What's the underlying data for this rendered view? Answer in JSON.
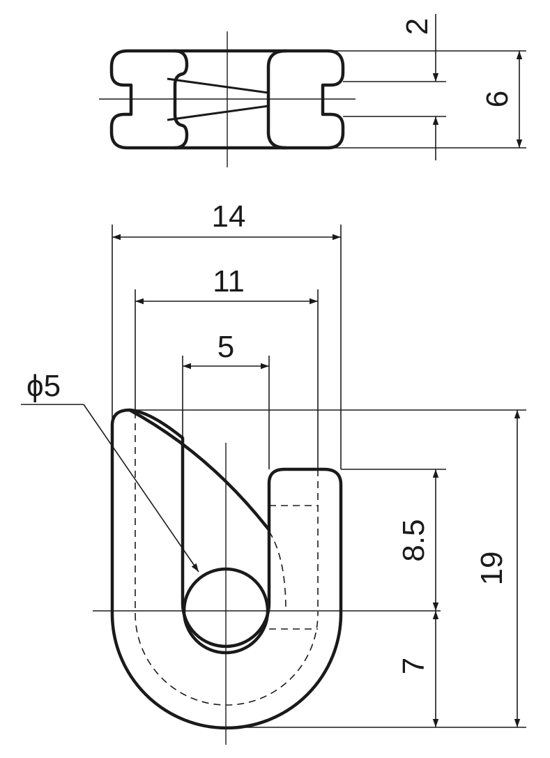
{
  "top_view": {
    "dim_gap": "2",
    "dim_thickness": "6"
  },
  "front_view": {
    "dim_width_overall": "14",
    "dim_width_inner": "11",
    "dim_slot": "5",
    "dim_hole": "ϕ5",
    "dim_upper": "8.5",
    "dim_lower": "7",
    "dim_height": "19"
  }
}
